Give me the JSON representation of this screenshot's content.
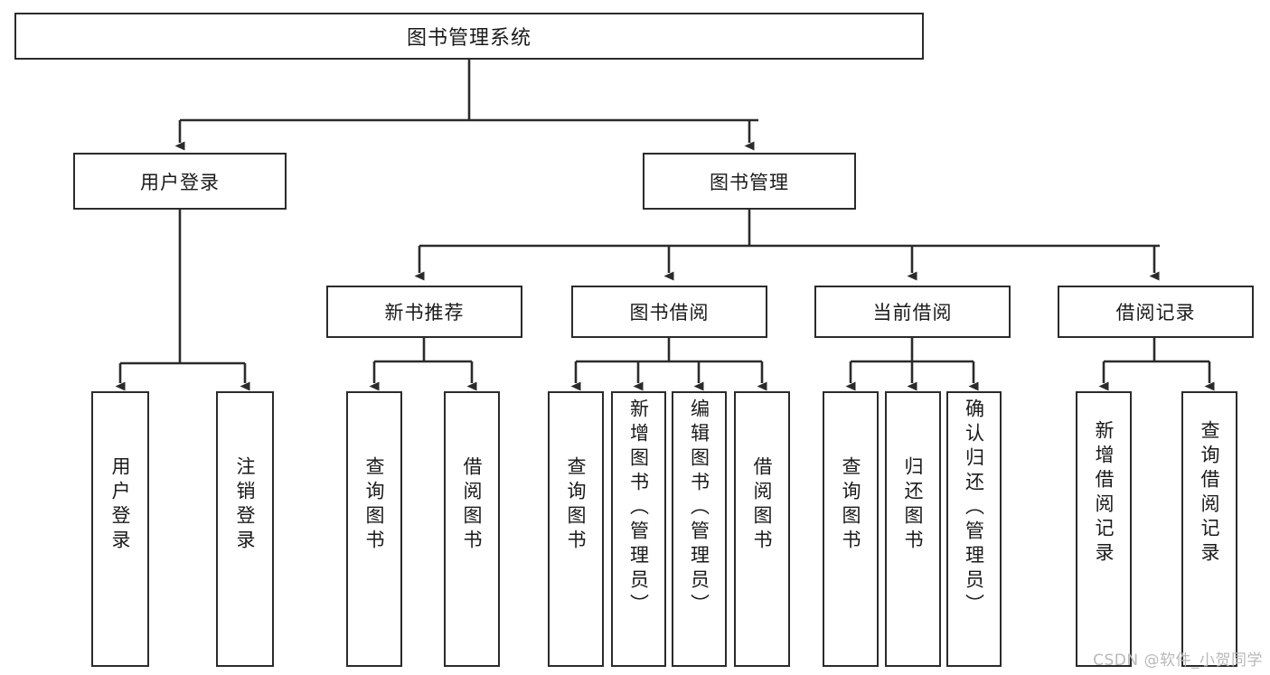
{
  "diagram": {
    "title": "图书管理系统",
    "type": "tree-hierarchy-chart",
    "root": {
      "label": "图书管理系统"
    },
    "level2": [
      {
        "id": "user-login",
        "label": "用户登录"
      },
      {
        "id": "book-management",
        "label": "图书管理"
      }
    ],
    "level3": [
      {
        "id": "new-book-recommend",
        "label": "新书推荐"
      },
      {
        "id": "book-borrow",
        "label": "图书借阅"
      },
      {
        "id": "current-borrow",
        "label": "当前借阅"
      },
      {
        "id": "borrow-record",
        "label": "借阅记录"
      }
    ],
    "leaves": {
      "user_login": [
        {
          "id": "leaf-user-login",
          "label": "用户登录"
        },
        {
          "id": "leaf-user-logout",
          "label": "注销登录"
        }
      ],
      "new_book_recommend": [
        {
          "id": "leaf-query-book-1",
          "label": "查询图书"
        },
        {
          "id": "leaf-borrow-book-1",
          "label": "借阅图书"
        }
      ],
      "book_borrow": [
        {
          "id": "leaf-query-book-2",
          "label": "查询图书"
        },
        {
          "id": "leaf-add-book",
          "label": "新增图书（管理员）"
        },
        {
          "id": "leaf-edit-book",
          "label": "编辑图书（管理员）"
        },
        {
          "id": "leaf-borrow-book-2",
          "label": "借阅图书"
        }
      ],
      "current_borrow": [
        {
          "id": "leaf-query-book-3",
          "label": "查询图书"
        },
        {
          "id": "leaf-return-book",
          "label": "归还图书"
        },
        {
          "id": "leaf-confirm-return",
          "label": "确认归还（管理员）"
        }
      ],
      "borrow_record": [
        {
          "id": "leaf-add-record",
          "label": "新增借阅记录"
        },
        {
          "id": "leaf-query-record",
          "label": "查询借阅记录"
        }
      ]
    }
  },
  "watermark": {
    "text": "CSDN @软件_小贺同学"
  },
  "colors": {
    "border": "#2b2b2b",
    "background": "#ffffff",
    "text": "#1a1a1a",
    "watermark": "#b9b9b9"
  }
}
